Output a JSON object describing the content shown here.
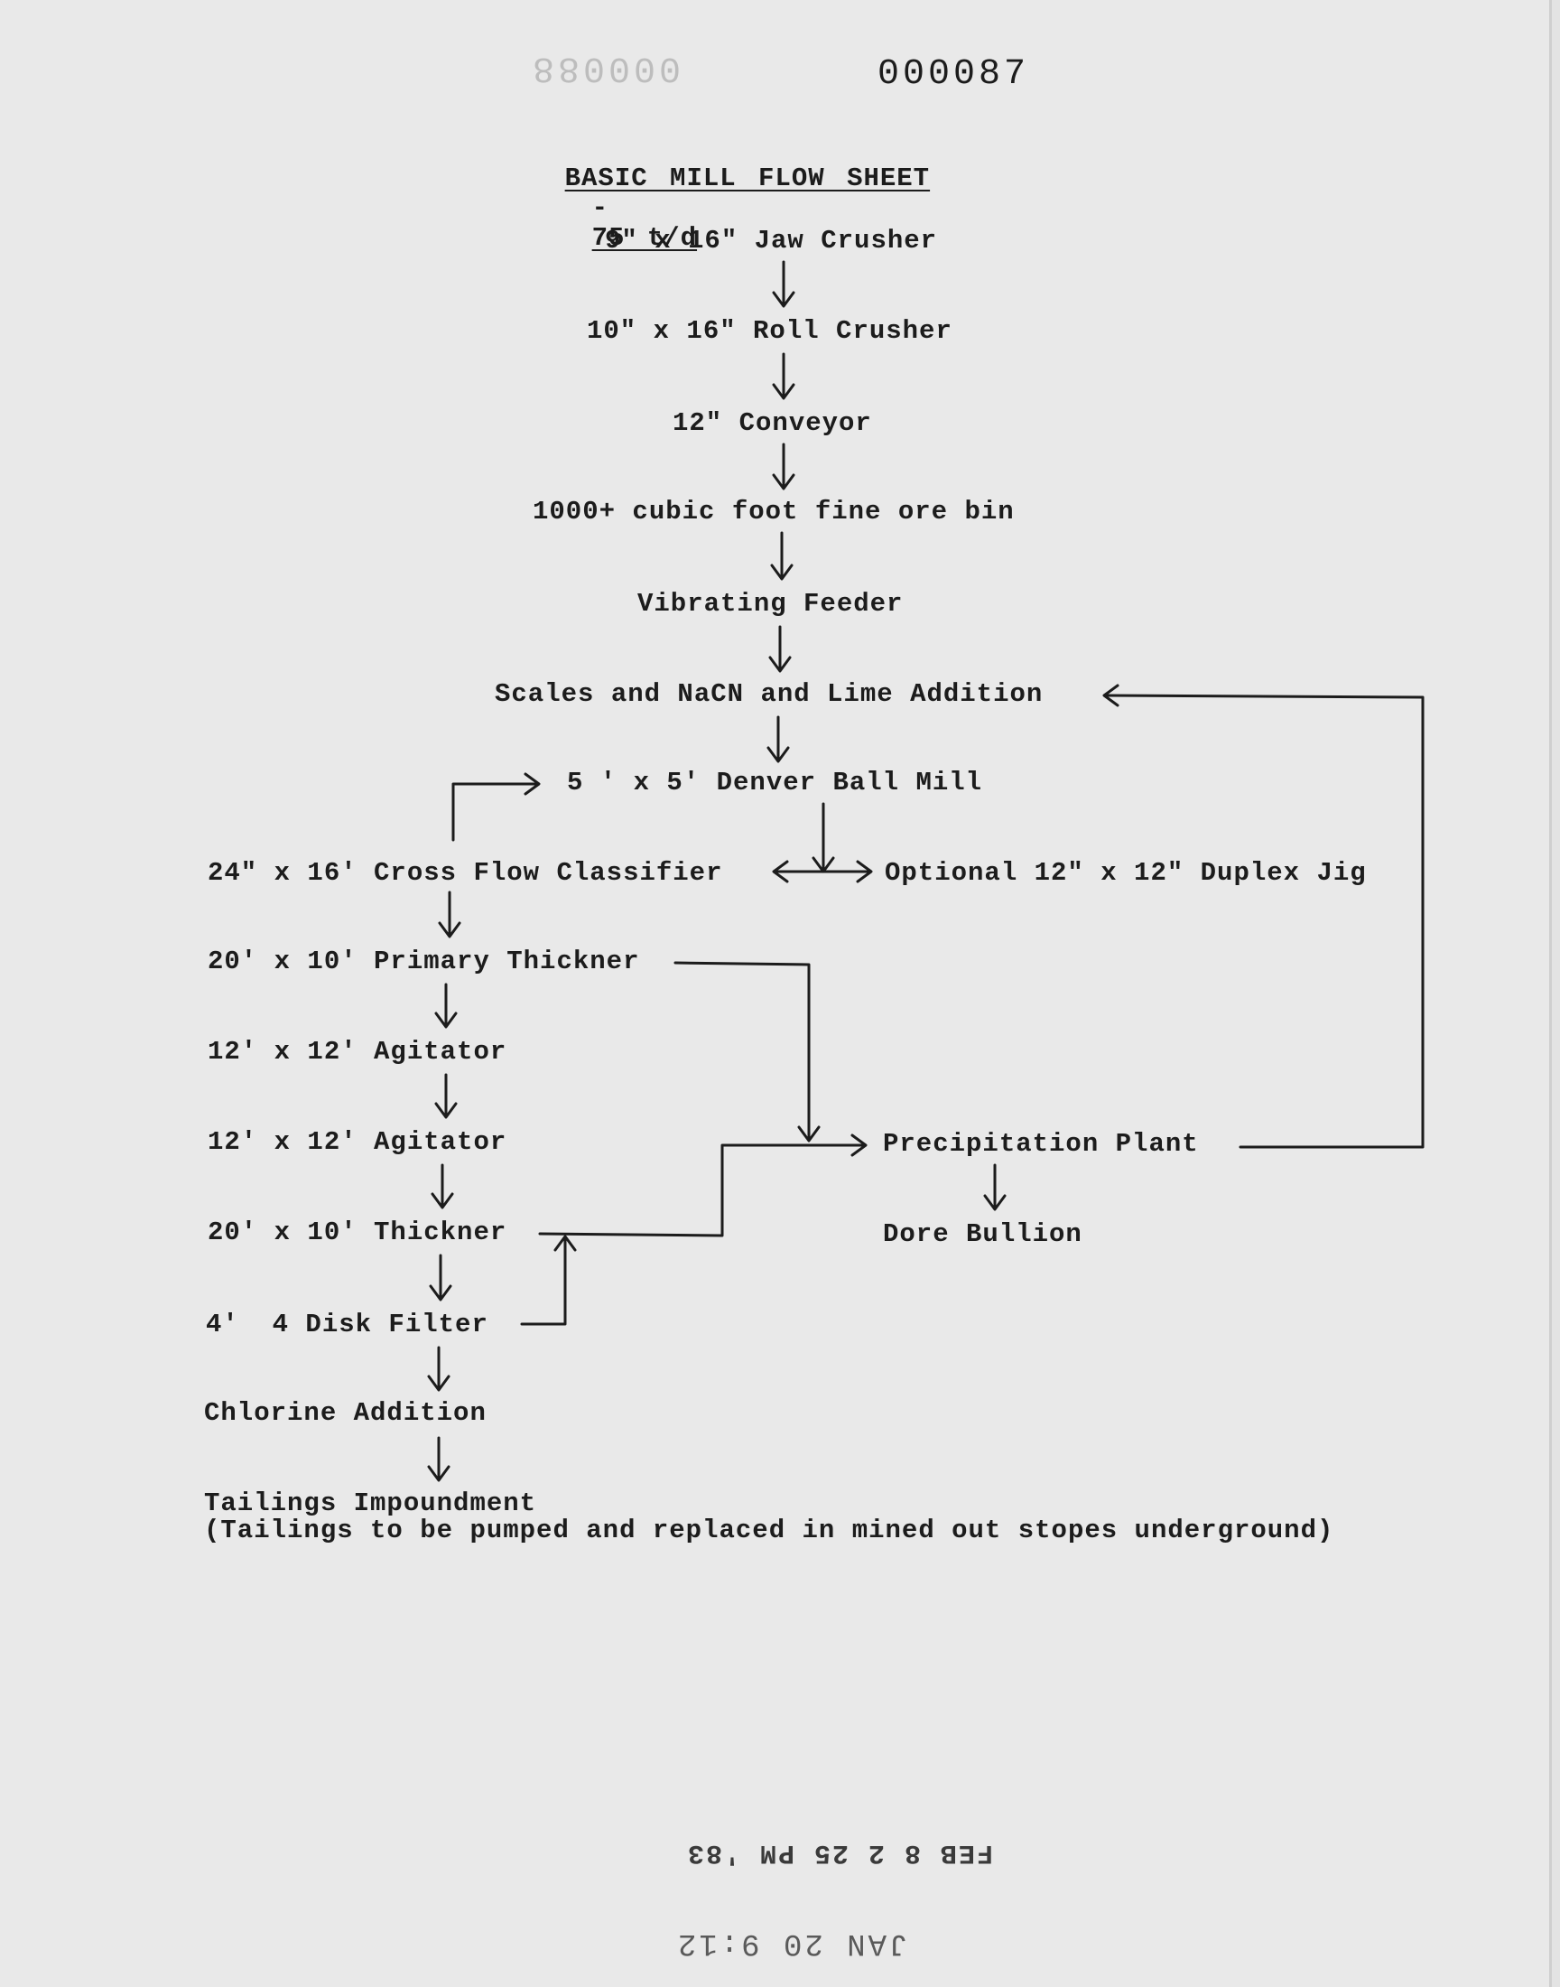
{
  "document": {
    "doc_number": "000087",
    "doc_number_mirrored": "880000",
    "title_main": "BASIC MILL FLOW SHEET",
    "title_dash": "-",
    "title_rate": "75 t/d"
  },
  "nodes": {
    "jaw_crusher": "9\" x 16\" Jaw Crusher",
    "roll_crusher": "10\" x 16\" Roll Crusher",
    "conveyor": "12\" Conveyor",
    "fine_ore_bin": "1000+ cubic foot fine ore bin",
    "vibrating_feeder": "Vibrating Feeder",
    "scales": "Scales and NaCN and Lime Addition",
    "ball_mill": "5 ' x 5' Denver Ball Mill",
    "classifier": "24\" x 16' Cross Flow Classifier",
    "duplex_jig": "Optional 12\" x 12\" Duplex Jig",
    "primary_thickener": "20' x 10' Primary Thickner",
    "agitator_1": "12' x 12' Agitator",
    "agitator_2": "12' x 12' Agitator",
    "thickener": "20' x 10' Thickner",
    "disk_filter": "4'  4 Disk Filter",
    "chlorine": "Chlorine Addition",
    "tailings": "Tailings Impoundment",
    "tailings_note": "(Tailings to be pumped and replaced in mined out stopes underground)",
    "precipitation_plant": "Precipitation Plant",
    "dore_bullion": "Dore Bullion"
  },
  "stamps": {
    "received": "FEB 8 2 25 PM '83",
    "received_2": "JAN 20 9:12"
  }
}
